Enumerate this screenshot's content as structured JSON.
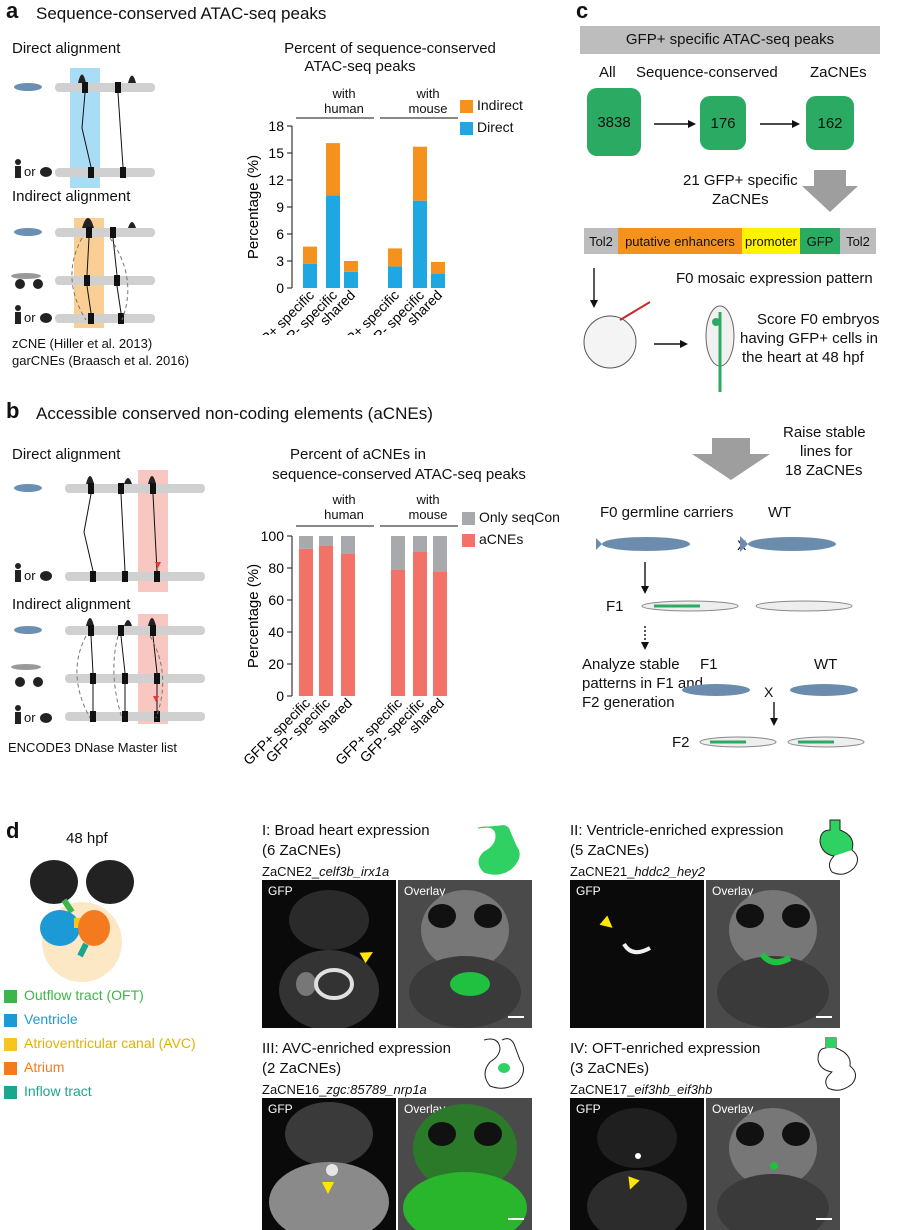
{
  "panel_a": {
    "label": "a",
    "title": "Sequence-conserved ATAC-seq peaks",
    "direct_alignment": "Direct alignment",
    "indirect_alignment": "Indirect alignment",
    "or_text": "or",
    "ref1": "zCNE (Hiller et al. 2013)",
    "ref2": "garCNEs (Braasch et al. 2016)",
    "chart_title_line1": "Percent of sequence-conserved",
    "chart_title_line2": "ATAC-seq peaks",
    "group1": "with\nhuman",
    "group2": "with\nmouse",
    "legend_indirect": "Indirect",
    "legend_direct": "Direct",
    "colors": {
      "indirect": "#f5921e",
      "direct": "#1ea7e1"
    }
  },
  "panel_b": {
    "label": "b",
    "title": "Accessible conserved non-coding elements (aCNEs)",
    "direct_alignment": "Direct alignment",
    "indirect_alignment": "Indirect alignment",
    "or_text": "or",
    "ref": "ENCODE3 DNase Master list",
    "chart_title_line1": "Percent of aCNEs in",
    "chart_title_line2": "sequence-conserved ATAC-seq peaks",
    "group1": "with\nhuman",
    "group2": "with\nmouse",
    "legend_only": "Only seqCon",
    "legend_acne": "aCNEs",
    "colors": {
      "only": "#a7a9ac",
      "acne": "#f37268"
    }
  },
  "panel_c": {
    "label": "c",
    "header": "GFP+ specific ATAC-seq peaks",
    "col_all": "All",
    "col_seq": "Sequence-conserved",
    "col_za": "ZaCNEs",
    "n_all": "3838",
    "n_seq": "176",
    "n_za": "162",
    "specific_line1": "21 GFP+ specific",
    "specific_line2": "ZaCNEs",
    "construct": [
      "Tol2",
      "putative enhancers",
      "promoter",
      "GFP",
      "Tol2"
    ],
    "f0_mosaic": "F0 mosaic expression pattern",
    "score_line1": "Score F0 embryos",
    "score_line2": "having GFP+ cells in",
    "score_line3": "the heart at 48 hpf",
    "raise_line1": "Raise stable",
    "raise_line2": "lines for",
    "raise_line3": "18 ZaCNEs",
    "f0_carriers": "F0 germline carriers",
    "wt": "WT",
    "x": "X",
    "f1": "F1",
    "f2": "F2",
    "analyze_line1": "Analyze stable",
    "analyze_line2": "patterns in F1 and",
    "analyze_line3": "F2 generation"
  },
  "panel_d": {
    "label": "d",
    "stage": "48 hpf",
    "legend": [
      {
        "text": "Outflow tract (OFT)",
        "color": "#3db54a"
      },
      {
        "text": "Ventricle",
        "color": "#1c9ad6"
      },
      {
        "text": "Atrioventricular canal (AVC)",
        "color": "#f7c51e"
      },
      {
        "text": "Atrium",
        "color": "#f47a20"
      },
      {
        "text": "Inflow tract",
        "color": "#1aa68f"
      }
    ],
    "sub1_line1": "I: Broad heart expression",
    "sub1_line2": "(6 ZaCNEs)",
    "sub1_prefix": "ZaCNE2_",
    "sub1_gene": "celf3b_irx1a",
    "sub2_line1": "II: Ventricle-enriched expression",
    "sub2_line2": "(5 ZaCNEs)",
    "sub2_prefix": "ZaCNE21_",
    "sub2_gene": "hddc2_hey2",
    "sub3_line1": "III: AVC-enriched expression",
    "sub3_line2": "(2 ZaCNEs)",
    "sub3_prefix": "ZaCNE16_",
    "sub3_gene": "zgc:85789_nrp1a",
    "sub4_line1": "IV: OFT-enriched expression",
    "sub4_line2": "(3 ZaCNEs)",
    "sub4_prefix": "ZaCNE17_",
    "sub4_gene": "eif3hb_eif3hb",
    "gfp": "GFP",
    "overlay": "Overlay"
  },
  "chart_data": [
    {
      "type": "bar",
      "stacked": true,
      "categories": [
        "GFP+ specific",
        "GFP- specific",
        "shared",
        "GFP+ specific",
        "GFP- specific",
        "shared"
      ],
      "series": [
        {
          "name": "Direct",
          "values": [
            2.7,
            10.3,
            1.8,
            2.4,
            9.7,
            1.6
          ]
        },
        {
          "name": "Indirect",
          "values": [
            1.9,
            5.8,
            1.2,
            2.0,
            6.0,
            1.3
          ]
        }
      ],
      "ylabel": "Percentage (%)",
      "yticks": [
        0,
        3,
        6,
        9,
        12,
        15,
        18
      ],
      "ylim": [
        0,
        18
      ],
      "legend": "top-right"
    },
    {
      "type": "bar",
      "stacked": true,
      "categories": [
        "GFP+ specific",
        "GFP- specific",
        "shared",
        "GFP+ specific",
        "GFP- specific",
        "shared"
      ],
      "series": [
        {
          "name": "aCNEs",
          "values": [
            92,
            94,
            89,
            79,
            90,
            78
          ]
        },
        {
          "name": "Only seqCon",
          "values": [
            8,
            6,
            11,
            21,
            10,
            22
          ]
        }
      ],
      "ylabel": "Percentage (%)",
      "yticks": [
        0,
        20,
        40,
        60,
        80,
        100
      ],
      "ylim": [
        0,
        100
      ],
      "legend": "top-right"
    }
  ]
}
